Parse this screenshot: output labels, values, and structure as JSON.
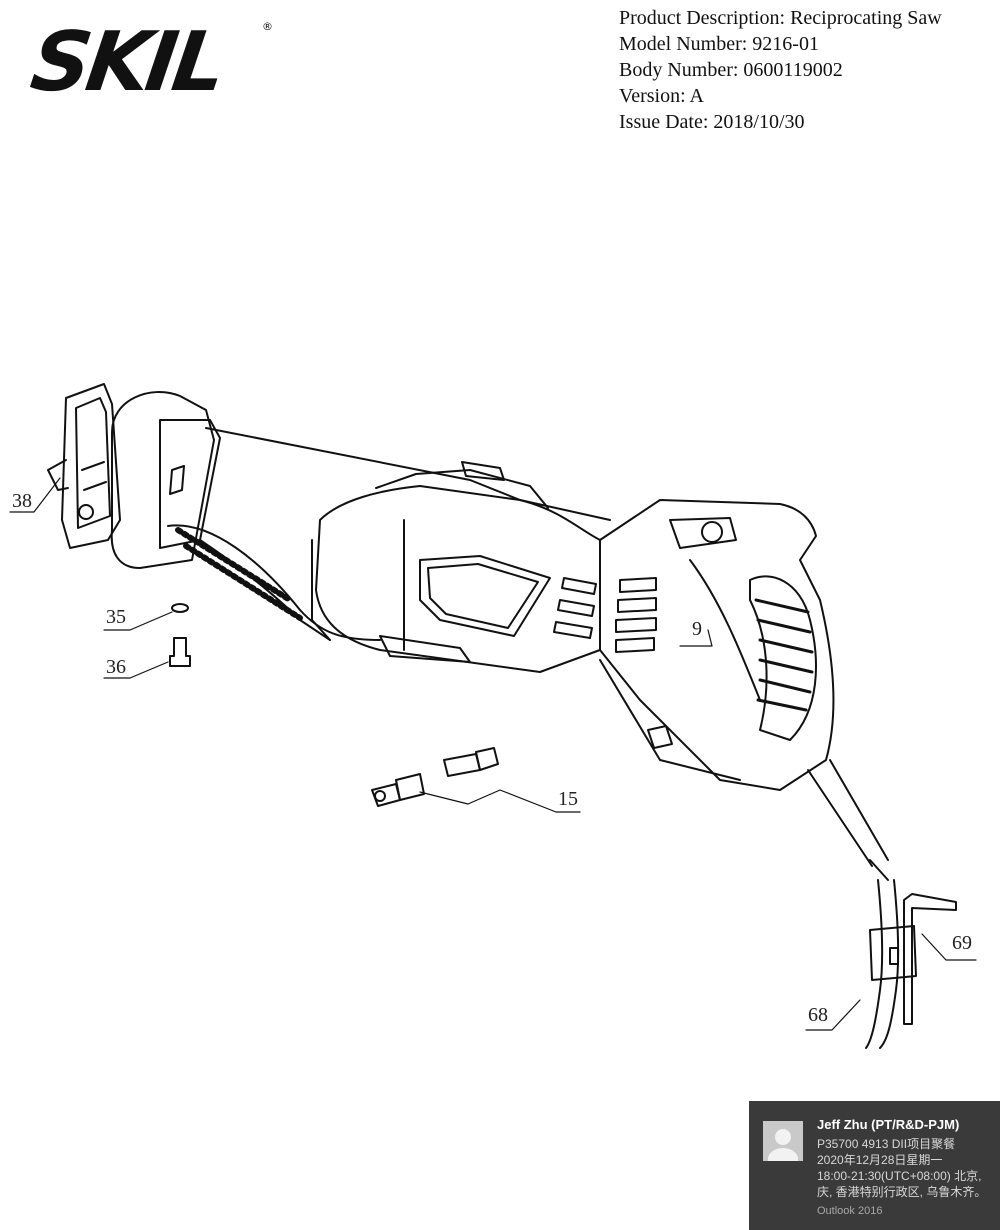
{
  "brand": {
    "logo_text": "SKIL",
    "registered_mark": "®"
  },
  "product_info": {
    "description": "Product Description: Reciprocating Saw",
    "model_number": "Model Number: 9216-01",
    "body_number": "Body Number: 0600119002",
    "version": "Version: A",
    "issue_date": "Issue Date: 2018/10/30"
  },
  "callouts": {
    "c38": "38",
    "c35": "35",
    "c36": "36",
    "c9": "9",
    "c15": "15",
    "c69": "69",
    "c68": "68"
  },
  "notification": {
    "sender": "Jeff Zhu (PT/R&D-PJM)",
    "line1": "P35700 4913 DII项目聚餐",
    "line2": "2020年12月28日星期一",
    "line3": "18:00-21:30(UTC+08:00) 北京,",
    "line4": "庆, 香港特别行政区, 乌鲁木齐。",
    "app": "Outlook 2016"
  },
  "colors": {
    "ink": "#111111",
    "toast_bg": "#3a3a3a"
  }
}
